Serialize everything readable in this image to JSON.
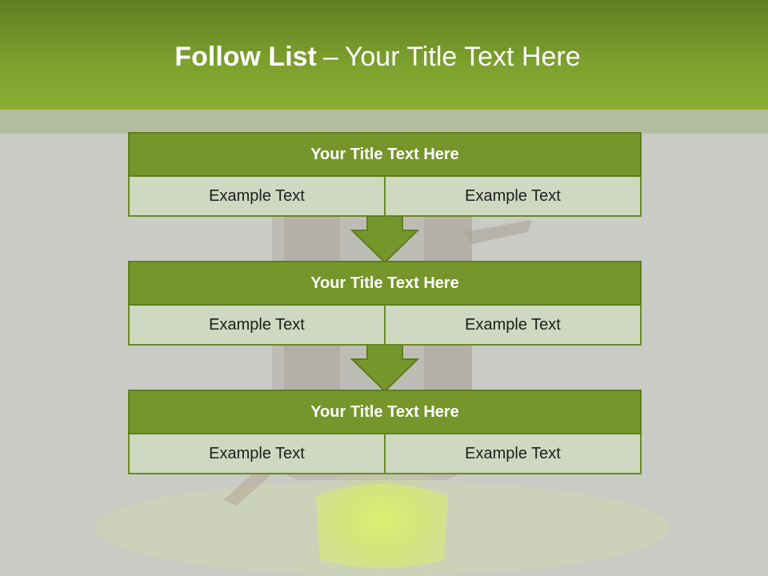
{
  "slide": {
    "title_bold": "Follow List",
    "title_separator": "–",
    "title_rest": "Your Title Text Here"
  },
  "blocks": [
    {
      "title": "Your Title Text Here",
      "cells": [
        "Example Text",
        "Example Text"
      ]
    },
    {
      "title": "Your Title Text Here",
      "cells": [
        "Example Text",
        "Example Text"
      ]
    },
    {
      "title": "Your Title Text Here",
      "cells": [
        "Example Text",
        "Example Text"
      ]
    }
  ],
  "colors": {
    "header": "#7ea12e",
    "block_title": "#76952a",
    "block_cell": "#cfd8c1",
    "arrow": "#76952a"
  },
  "icons": {
    "arrow": "down-arrow-icon"
  }
}
